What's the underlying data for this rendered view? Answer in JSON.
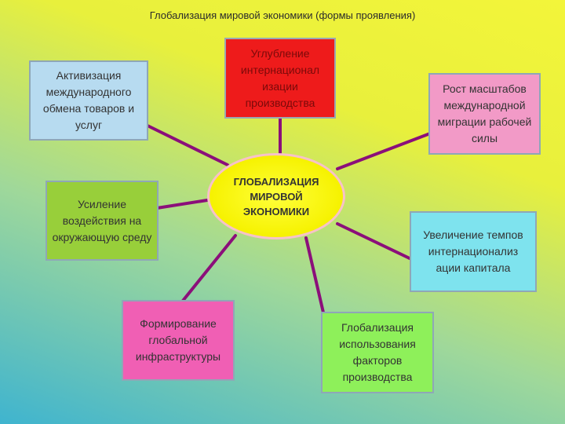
{
  "title": "Глобализация мировой экономики (формы проявления)",
  "center": "ГЛОБАЛИЗАЦИЯ МИРОВОЙ ЭКОНОМИКИ",
  "nodes": {
    "trade": "Активизация международного обмена товаров и услуг",
    "production": "Углубление интернационал изации производства",
    "migration": "Рост масштабов международной миграции рабочей силы",
    "environment": "Усиление воздействия на окружающую среду",
    "capital": "Увеличение темпов интернационализ ации капитала",
    "infrastructure": "Формирование глобальной инфраструктуры",
    "factors": "Глобализация использования факторов производства"
  },
  "colors": {
    "line": "#8b0f7a",
    "trade_bg": "#b7dbf0",
    "production_bg": "#ee1b1b",
    "migration_bg": "#f29ac7",
    "environment_bg": "#98cf3a",
    "capital_bg": "#7ee3ee",
    "infrastructure_bg": "#f05fb4",
    "factors_bg": "#8ef05a"
  }
}
